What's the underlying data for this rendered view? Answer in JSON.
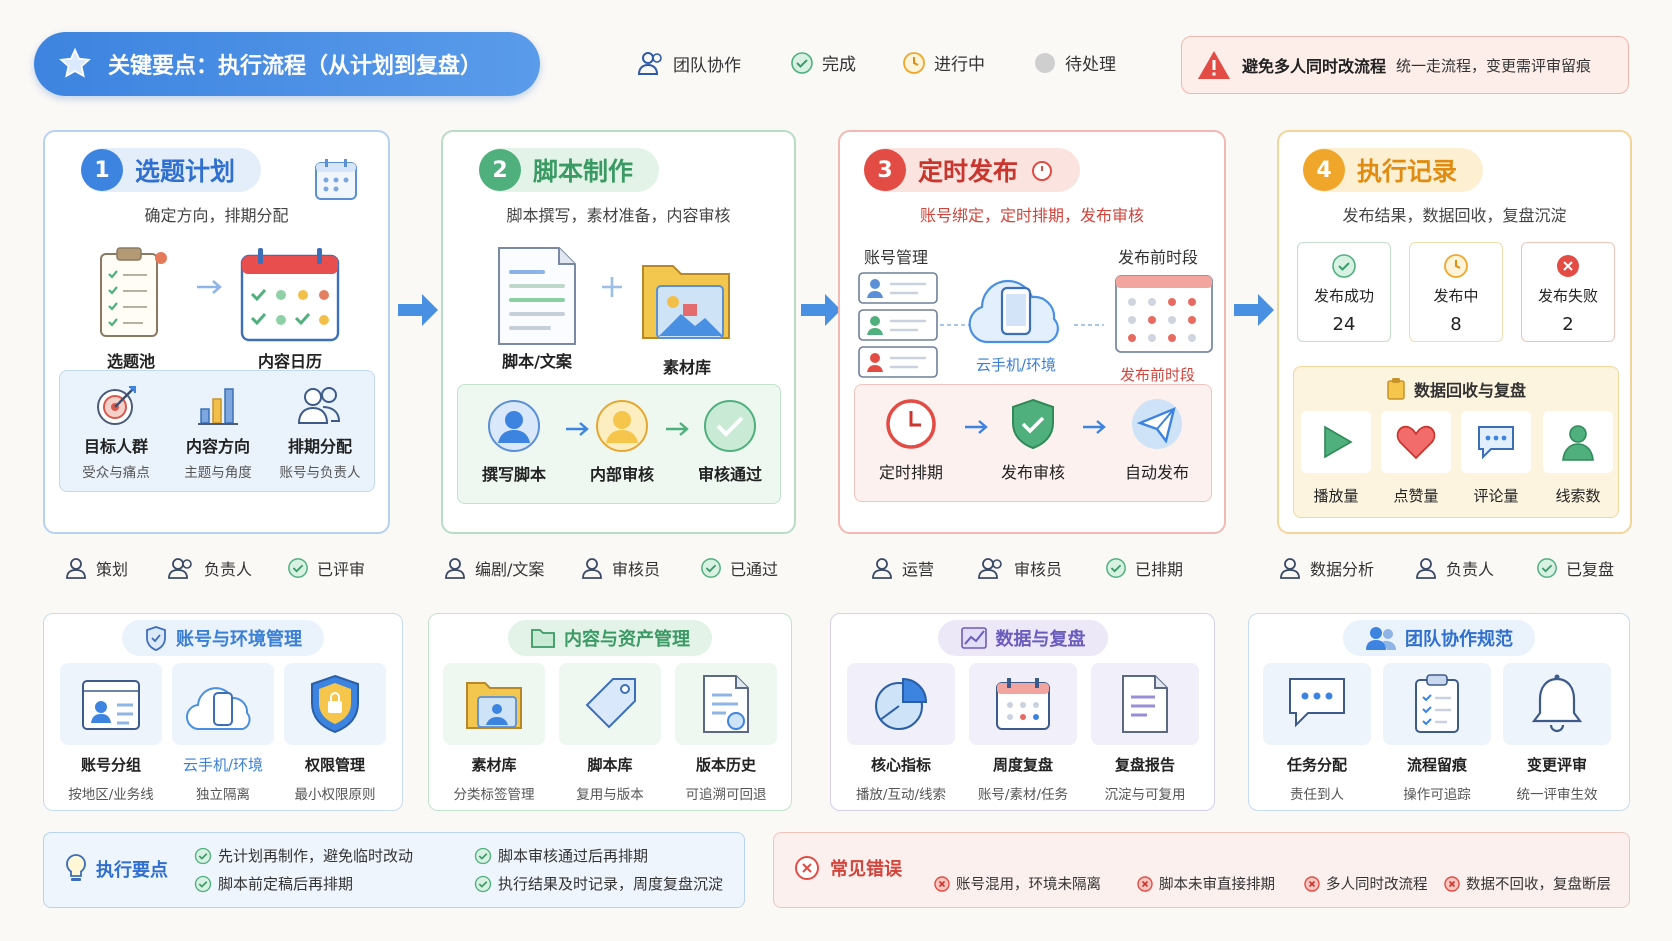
{
  "header": {
    "title": "关键要点：执行流程（从计划到复盘）",
    "legend": [
      {
        "label": "团队协作",
        "icon": "team-icon"
      },
      {
        "label": "完成",
        "icon": "check-circle-icon"
      },
      {
        "label": "进行中",
        "icon": "clock-icon"
      },
      {
        "label": "待处理",
        "icon": "grey-circle-icon"
      }
    ],
    "warning_title": "避免多人同时改流程",
    "warning_text": "统一走流程，变更需评审留痕"
  },
  "colors": {
    "blue": "#3d84e0",
    "green": "#4fb07e",
    "red": "#e24c44",
    "orange": "#f0a62a",
    "purple": "#7b6fc9"
  },
  "stages": [
    {
      "num": "1",
      "name": "选题计划",
      "subtitle": "确定方向，排期分配",
      "items": [
        "选题池",
        "内容日历"
      ],
      "sub_items": [
        {
          "label": "目标人群",
          "sub": "受众与痛点"
        },
        {
          "label": "内容方向",
          "sub": "主题与角度"
        },
        {
          "label": "排期分配",
          "sub": "账号与负责人"
        }
      ],
      "roles": [
        "策划",
        "负责人",
        "已评审"
      ]
    },
    {
      "num": "2",
      "name": "脚本制作",
      "subtitle": "脚本撰写，素材准备，内容审核",
      "items": [
        "脚本/文案",
        "素材库"
      ],
      "flow": [
        "撰写脚本",
        "内部审核",
        "审核通过"
      ],
      "roles": [
        "编剧/文案",
        "审核员",
        "已通过"
      ]
    },
    {
      "num": "3",
      "name": "定时发布",
      "subtitle": "账号绑定，定时排期，发布审核",
      "account_label": "账号管理",
      "cloud_label": "云手机/环境",
      "schedule_top": "发布前时段",
      "schedule_bottom": "发布前时段",
      "flow": [
        "定时排期",
        "发布审核",
        "自动发布"
      ],
      "roles": [
        "运营",
        "审核员",
        "已排期"
      ]
    },
    {
      "num": "4",
      "name": "执行记录",
      "subtitle": "发布结果，数据回收，复盘沉淀",
      "stats": [
        {
          "label": "发布成功",
          "value": "24"
        },
        {
          "label": "发布中",
          "value": "8"
        },
        {
          "label": "发布失败",
          "value": "2"
        }
      ],
      "data_title": "数据回收与复盘",
      "metrics": [
        "播放量",
        "点赞量",
        "评论量",
        "线索数"
      ],
      "roles": [
        "数据分析",
        "负责人",
        "已复盘"
      ]
    }
  ],
  "modules": [
    {
      "title": "账号与环境管理",
      "tiles": [
        {
          "t1": "账号分组",
          "t2": "按地区/业务线"
        },
        {
          "t1": "云手机/环境",
          "t2": "独立隔离"
        },
        {
          "t1": "权限管理",
          "t2": "最小权限原则"
        }
      ]
    },
    {
      "title": "内容与资产管理",
      "tiles": [
        {
          "t1": "素材库",
          "t2": "分类标签管理"
        },
        {
          "t1": "脚本库",
          "t2": "复用与版本"
        },
        {
          "t1": "版本历史",
          "t2": "可追溯可回退"
        }
      ]
    },
    {
      "title": "数据与复盘",
      "tiles": [
        {
          "t1": "核心指标",
          "t2": "播放/互动/线索"
        },
        {
          "t1": "周度复盘",
          "t2": "账号/素材/任务"
        },
        {
          "t1": "复盘报告",
          "t2": "沉淀与可复用"
        }
      ]
    },
    {
      "title": "团队协作规范",
      "tiles": [
        {
          "t1": "任务分配",
          "t2": "责任到人"
        },
        {
          "t1": "流程留痕",
          "t2": "操作可追踪"
        },
        {
          "t1": "变更评审",
          "t2": "统一评审生效"
        }
      ]
    }
  ],
  "tips": {
    "title": "执行要点",
    "items": [
      "先计划再制作，避免临时改动",
      "脚本审核通过后再排期",
      "脚本前定稿后再排期",
      "执行结果及时记录，周度复盘沉淀"
    ]
  },
  "mistakes": {
    "title": "常见错误",
    "items": [
      "账号混用，环境未隔离",
      "脚本未审直接排期",
      "多人同时改流程",
      "数据不回收，复盘断层"
    ]
  }
}
